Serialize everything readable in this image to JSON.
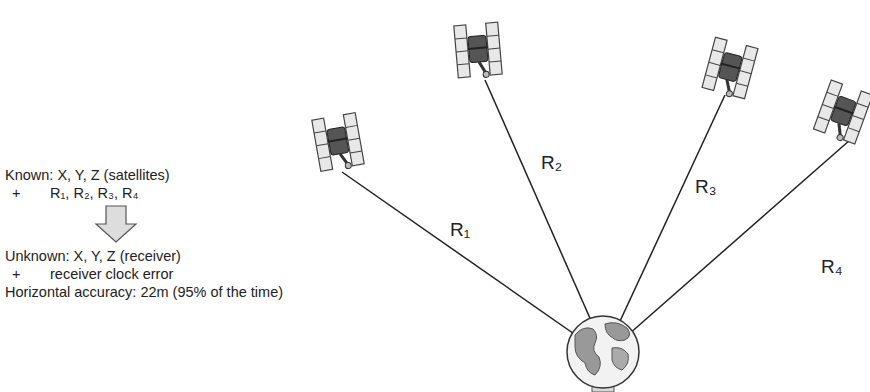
{
  "diagram": {
    "labels": [
      "Known: X, Y, Z (satellites)",
      "+",
      "R₁, R₂, R₃, R₄",
      "Unknown: X, Y, Z (receiver)",
      "+",
      "receiver clock error",
      "Horizontal accuracy: 22m (95% of the time)",
      "R₁",
      "R₂",
      "R₃",
      "R₄"
    ]
  }
}
